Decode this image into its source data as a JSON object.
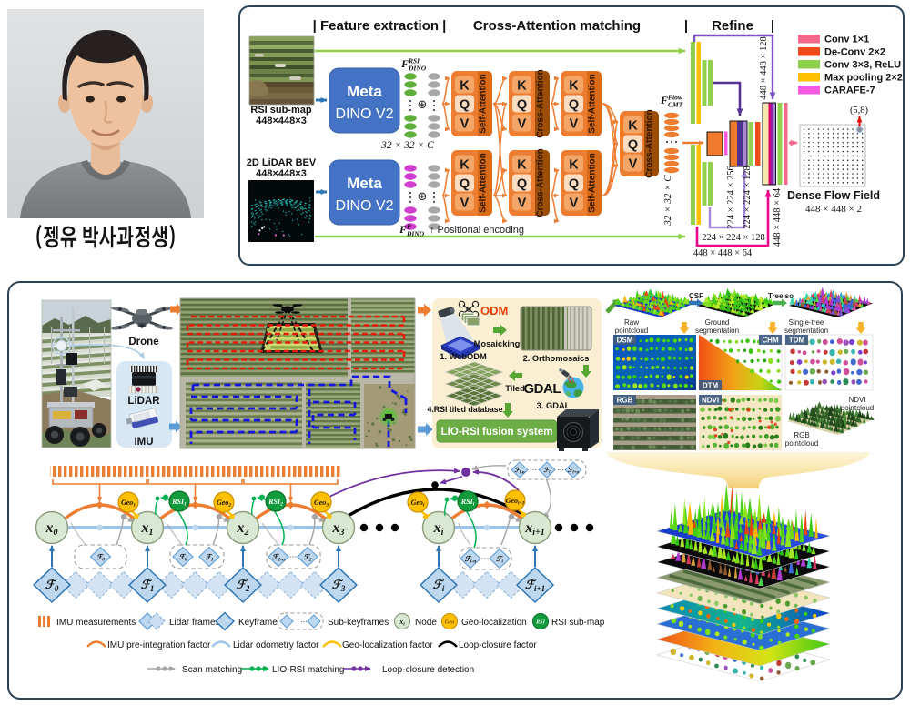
{
  "colors": {
    "panel_border": "#2b4257",
    "dino_blue": "#4472c4",
    "attention_orange": "#ed7d31",
    "feature_green": "#8fd14f",
    "skip_pink": "#eb0789",
    "skip_purple": "#7b52c0",
    "fusion_green": "#6cae45",
    "node_green": "#d9e8d2",
    "geo_yellow": "#ffc000",
    "rsi_green": "#129b3c",
    "keyframe_blue": "#bdd7ee"
  },
  "portrait": {
    "caption": "(젱유 박사과정생)"
  },
  "architecture": {
    "headers": {
      "feature_extraction": "|  Feature extraction  |",
      "matching": "Cross-Attention matching",
      "refine_pipe_left": "|",
      "refine": "Refine",
      "refine_pipe_right": "|"
    },
    "inputs": {
      "rsi": {
        "label": "RSI sub-map",
        "size": "448×448×3"
      },
      "lidar": {
        "label": "2D LiDAR BEV",
        "size": "448×448×3"
      }
    },
    "encoders": {
      "line1": "Meta",
      "line2": "DINO V2"
    },
    "features": {
      "rsi_tokens": {
        "base": "F",
        "sup": "RSI",
        "sub": "DINO"
      },
      "lidar_tokens": {
        "base": "F",
        "sup": "P",
        "sub": "DINO"
      },
      "flow_tokens": {
        "base": "F",
        "sup": "Flow",
        "sub": "CMT"
      },
      "token_dim": "32 × 32 × C",
      "flow_dim": "32 × 32 × C",
      "oplus": "⊕",
      "positional": "↑ Positional encoding"
    },
    "attention": {
      "k": "K",
      "q": "Q",
      "v": "V",
      "self_attention": "Self-Attention",
      "cross_attention": "Cross-Attention"
    },
    "refine_dims": {
      "skip_448_128": "448 × 448 × 128",
      "mid_224_256": "224 × 224 × 256",
      "mid_224_128": "224 × 224 × 128",
      "low_224_128": "224 × 224 × 128",
      "low_448_64": "448 × 448 × 64",
      "right_448_64": "448 × 448 × 64"
    },
    "legend": [
      {
        "label": "Conv 1×1",
        "color": "#f4688c"
      },
      {
        "label": "De-Conv 2×2",
        "color": "#ee4a1a"
      },
      {
        "label": "Conv 3×3, ReLU",
        "color": "#8fd14f"
      },
      {
        "label": "Max pooling 2×2",
        "color": "#ffc000"
      },
      {
        "label": "CARAFE-7",
        "color": "#f659e0"
      }
    ],
    "output": {
      "peak": "(5,8)",
      "title": "Dense Flow Field",
      "size": "448 × 448 × 2"
    }
  },
  "system": {
    "hardware": {
      "drone": "Drone",
      "lidar": "LiDAR",
      "imu": "IMU"
    },
    "odm": {
      "logo": "ODM",
      "webodm": "1. WebODM",
      "mosaicking": "Mosaicking",
      "orthomosaics": "2. Orthomosaics",
      "tiled": "Tiled",
      "gdal_wordmark": "GDAL",
      "gdal": "3. GDAL",
      "tiled_db": "4.RSI tiled database",
      "fusion": "LIO-RSI fusion system"
    },
    "pointclouds": {
      "raw": {
        "line1": "Raw",
        "line2": "pointcloud"
      },
      "csf": "CSF",
      "ground": {
        "line1": "Ground",
        "line2": "segmentation"
      },
      "treeiso": "Treeiso",
      "single_tree": {
        "line1": "Single-tree",
        "line2": "segmentation"
      }
    },
    "maps": {
      "dsm": "DSM",
      "chm": "CHM",
      "dtm": "DTM",
      "tdm": "TDM",
      "rgb": "RGB",
      "ndvi": "NDVI",
      "ndvi_pc": {
        "line1": "NDVI",
        "line2": "pointcloud"
      },
      "rgb_pc": {
        "line1": "RGB",
        "line2": "pointcloud"
      }
    },
    "graph": {
      "nodes": [
        {
          "base": "x",
          "sub": "0"
        },
        {
          "base": "x",
          "sub": "1"
        },
        {
          "base": "x",
          "sub": "2"
        },
        {
          "base": "x",
          "sub": "3"
        },
        {
          "base": "x",
          "sub": "i"
        },
        {
          "base": "x",
          "sub": "i+1"
        }
      ],
      "geo": [
        {
          "base": "Geo",
          "sub": "1"
        },
        {
          "base": "Geo",
          "sub": "2"
        },
        {
          "base": "Geo",
          "sub": "3"
        },
        {
          "base": "Geo",
          "sub": "i"
        },
        {
          "base": "Geo",
          "sub": "i+1"
        }
      ],
      "rsi": [
        {
          "base": "RSI",
          "sub": "1"
        },
        {
          "base": "RSI",
          "sub": "2"
        },
        {
          "base": "RSI",
          "sub": "i"
        }
      ],
      "keyframes": [
        {
          "base": "ℱ",
          "sub": "0"
        },
        {
          "base": "ℱ",
          "sub": "1"
        },
        {
          "base": "ℱ",
          "sub": "2"
        },
        {
          "base": "ℱ",
          "sub": "3"
        },
        {
          "base": "ℱ",
          "sub": "i"
        },
        {
          "base": "ℱ",
          "sub": "i+1"
        }
      ],
      "subkf_boxes": [
        {
          "items": [
            {
              "base": "ℱ",
              "sub": "0"
            }
          ]
        },
        {
          "items": [
            {
              "base": "ℱ",
              "sub": "0"
            },
            {
              "base": "ℱ",
              "sub": "1"
            }
          ]
        },
        {
          "items": [
            {
              "base": "ℱ",
              "sub": "2-n"
            },
            {
              "base": "ℱ",
              "sub": "2"
            }
          ],
          "dots": "⋯"
        },
        {
          "items": [
            {
              "base": "ℱ",
              "sub": "i-n"
            },
            {
              "base": "ℱ",
              "sub": "i"
            }
          ],
          "dots": "⋯"
        }
      ],
      "loop_box": {
        "items": [
          {
            "base": "ℱ",
            "sub": "l-n"
          },
          {
            "base": "ℱ",
            "sub": "l"
          },
          {
            "base": "ℱ",
            "sub": "l+n"
          }
        ],
        "dots": "⋯"
      }
    },
    "legend": {
      "row1": [
        {
          "label": "IMU measurements"
        },
        {
          "label": "Lidar frames"
        },
        {
          "label": "Keyframe"
        },
        {
          "label": "Sub-keyframes"
        },
        {
          "label": "Node",
          "icon_base": "x",
          "icon_sub": "i"
        },
        {
          "label": "Geo-localization",
          "icon_base": "Geo",
          "icon_sub": ""
        },
        {
          "label": "RSI sub-map",
          "icon_base": "RSI",
          "icon_sub": ""
        }
      ],
      "row2": [
        {
          "label": "IMU pre-integration factor",
          "color": "#ed7d31"
        },
        {
          "label": "Lidar odometry factor",
          "color": "#9dc3e6"
        },
        {
          "label": "Geo-localization factor",
          "color": "#ffc000"
        },
        {
          "label": "Loop-closure factor",
          "color": "#000000"
        }
      ],
      "row3": [
        {
          "label": "Scan matching",
          "color": "#a6a6a6"
        },
        {
          "label": "LIO-RSI matching",
          "color": "#00b050"
        },
        {
          "label": "Loop-closure detection",
          "color": "#7030a0"
        }
      ]
    }
  }
}
